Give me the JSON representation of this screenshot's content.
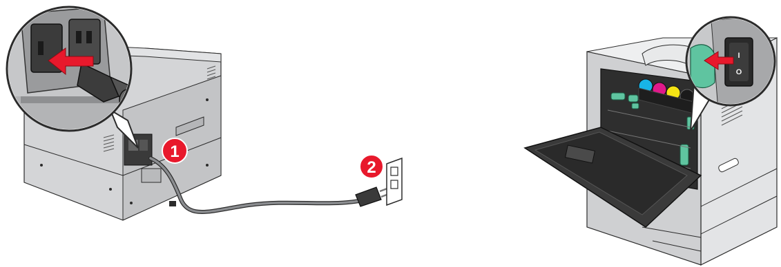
{
  "steps": [
    {
      "number": "1",
      "color": "#e8192c"
    },
    {
      "number": "2",
      "color": "#e8192c"
    }
  ],
  "power_switch": {
    "on_label": "I",
    "off_label": "O"
  },
  "colors": {
    "printer_body": "#c9cacc",
    "printer_dark": "#9ea0a3",
    "panel_black": "#2b2b2b",
    "arrow_red": "#e8192c",
    "cable": "#8b8d90",
    "toner_cyan": "#18b4e6",
    "toner_magenta": "#e0198a",
    "toner_yellow": "#f5e414",
    "toner_black": "#1a1a1a",
    "green_handle": "#5fc4a0"
  }
}
